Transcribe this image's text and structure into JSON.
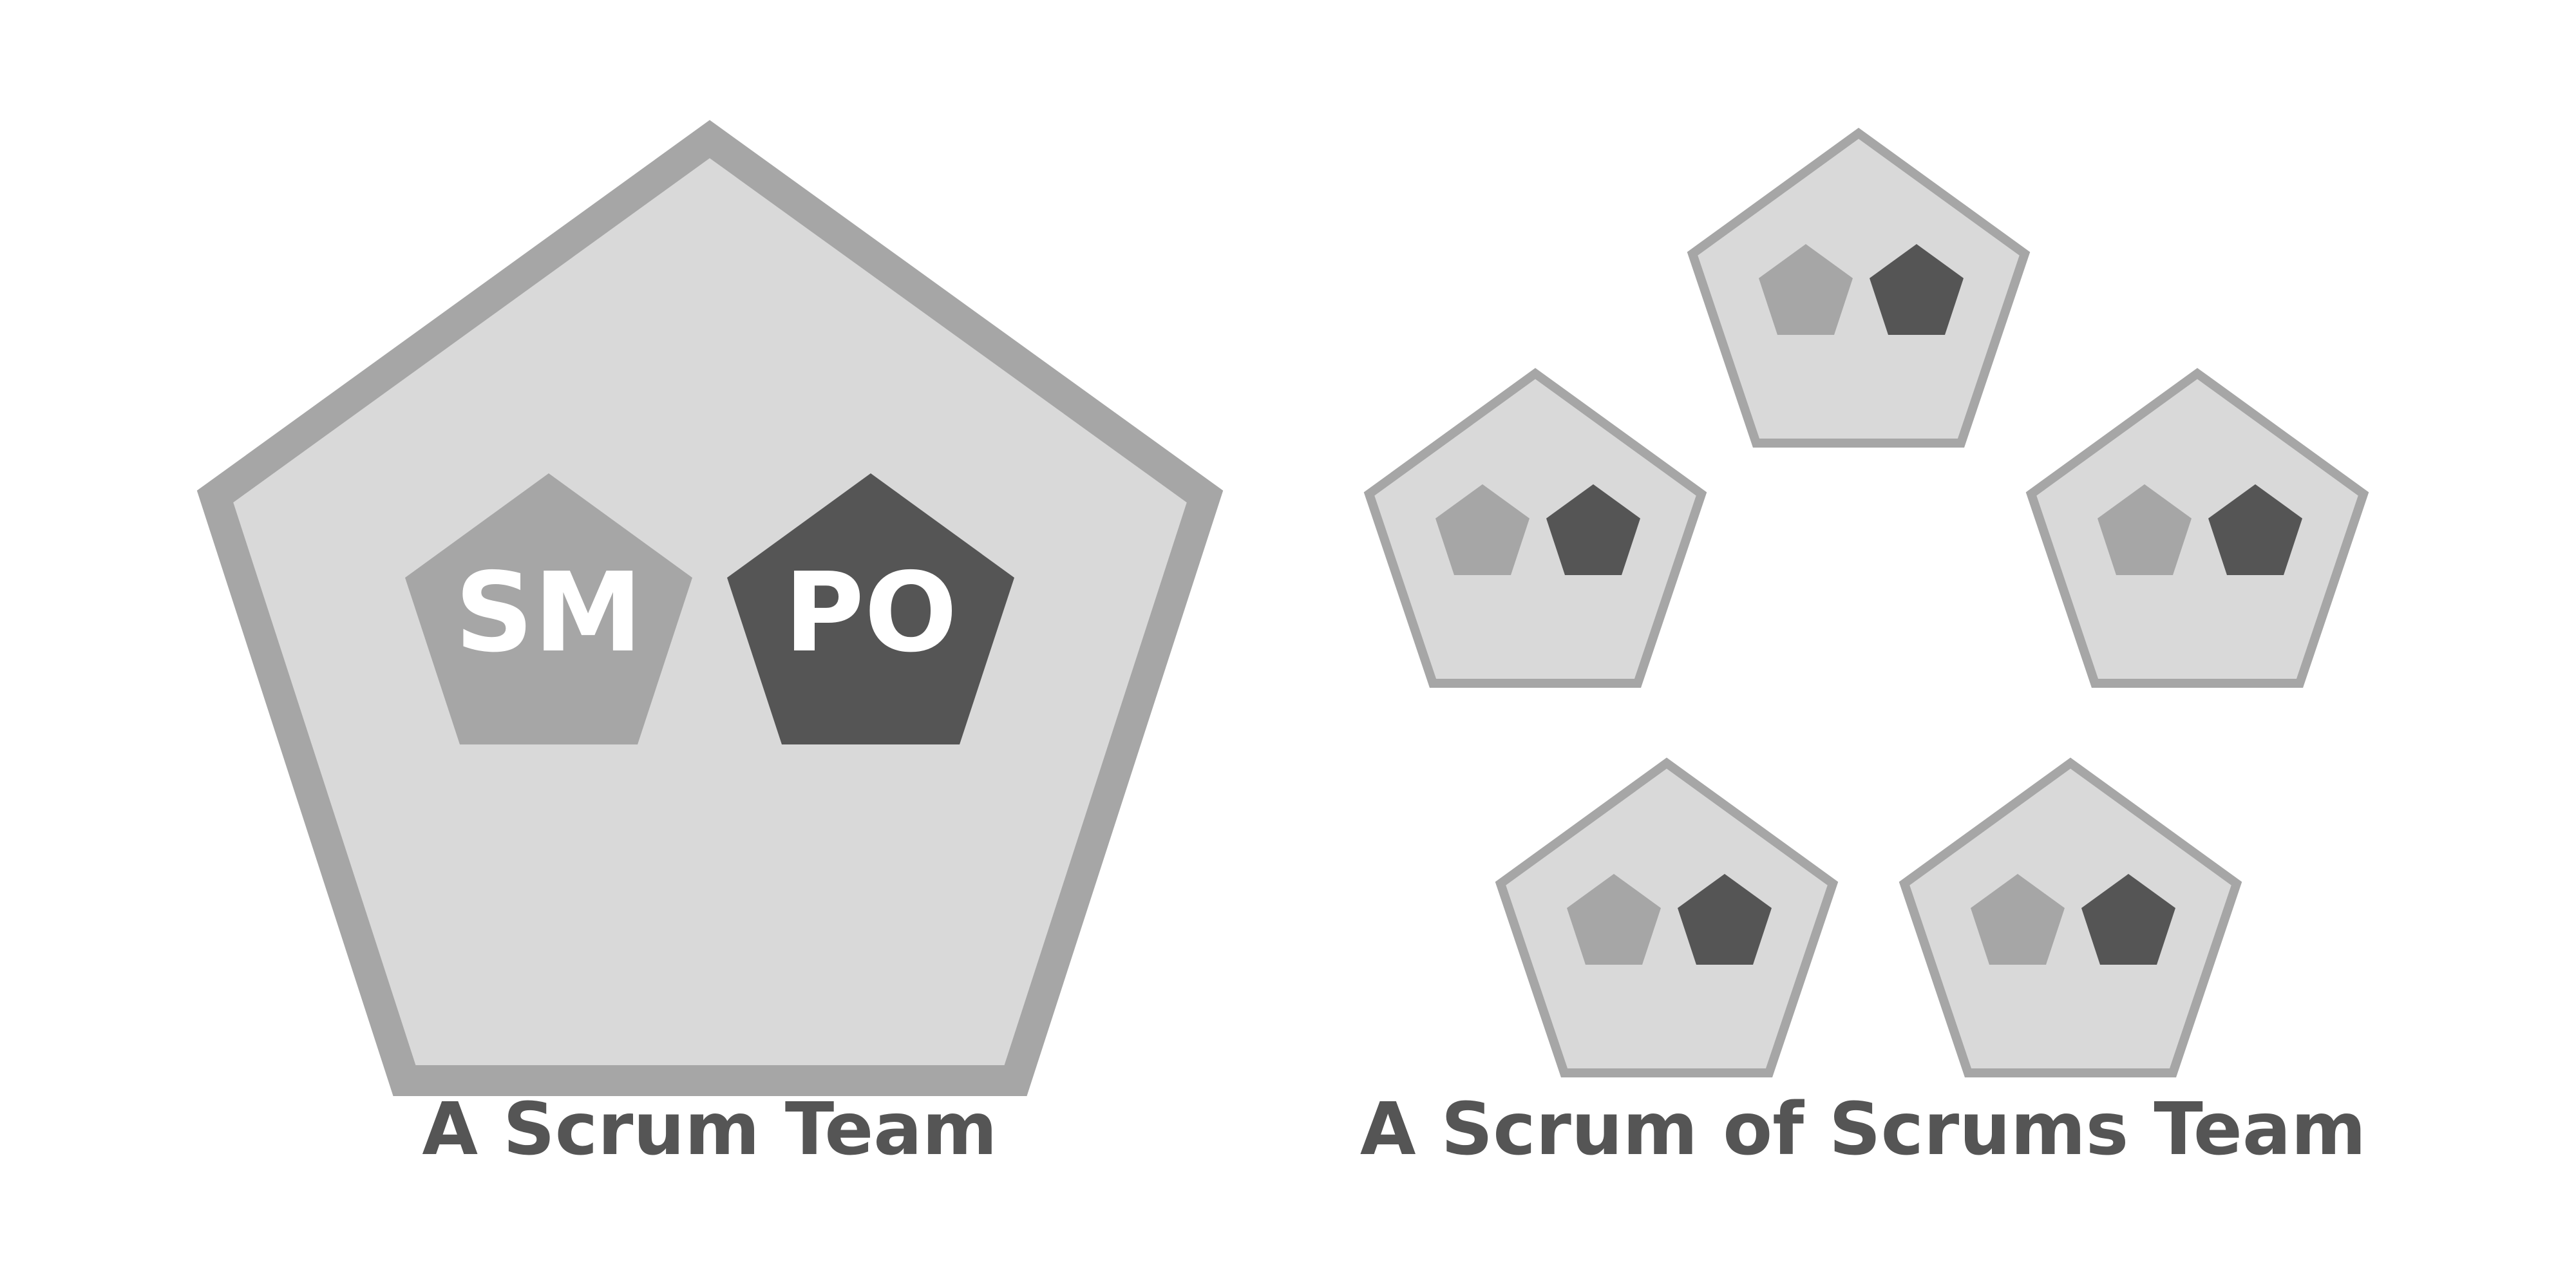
{
  "diagram": {
    "scrum_team": {
      "caption": "A Scrum Team",
      "roles": [
        {
          "label": "SM",
          "color": "#a6a6a6"
        },
        {
          "label": "PO",
          "color": "#555555"
        }
      ]
    },
    "scrum_of_scrums": {
      "caption": "A Scrum of Scrums Team",
      "team_count": 5
    },
    "colors": {
      "team_fill": "#d9d9d9",
      "team_border": "#a6a6a6",
      "scrum_master": "#a6a6a6",
      "product_owner": "#555555",
      "caption": "#555555",
      "role_label": "#ffffff"
    }
  }
}
